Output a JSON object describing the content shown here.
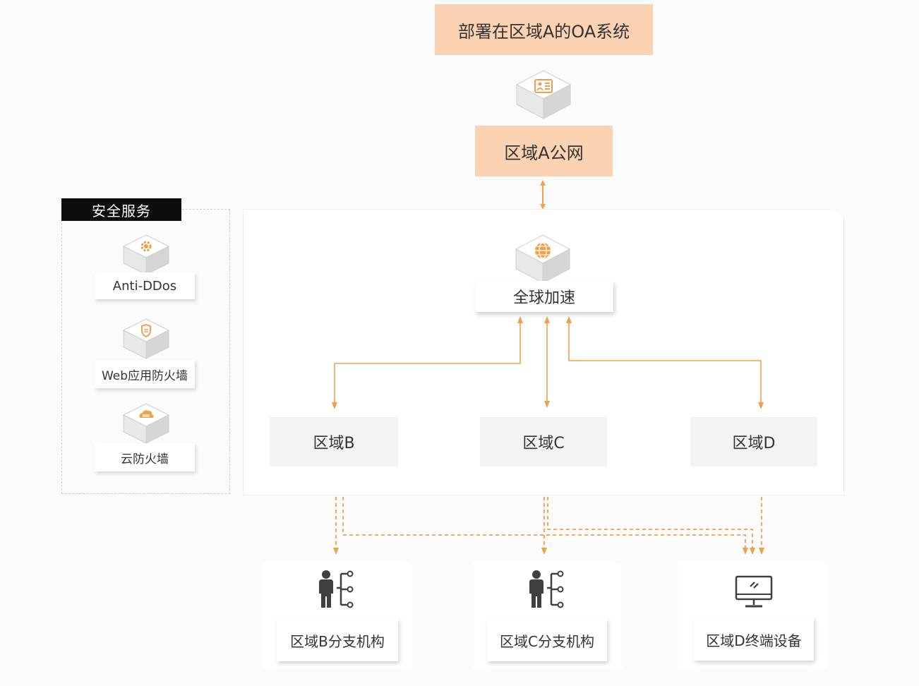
{
  "oa_system": "部署在区域A的OA系统",
  "public_net": "区域A公网",
  "security": {
    "title": "安全服务",
    "items": [
      "Anti-DDos",
      "Web应用防火墙",
      "云防火墙"
    ]
  },
  "global_accel": "全球加速",
  "regions": [
    "区域B",
    "区域C",
    "区域D"
  ],
  "endpoints": [
    "区域B分支机构",
    "区域C分支机构",
    "区域D终端设备"
  ],
  "colors": {
    "accent": "#f0a04a",
    "orange_fill": "#fbd3b2",
    "dark": "#0d0d0d",
    "icon_gray": "#3f3f3f"
  },
  "icons": [
    "id-card-icon",
    "gear-icon",
    "shield-icon",
    "cloud-icon",
    "globe-icon",
    "person-tree-icon",
    "monitor-icon"
  ]
}
